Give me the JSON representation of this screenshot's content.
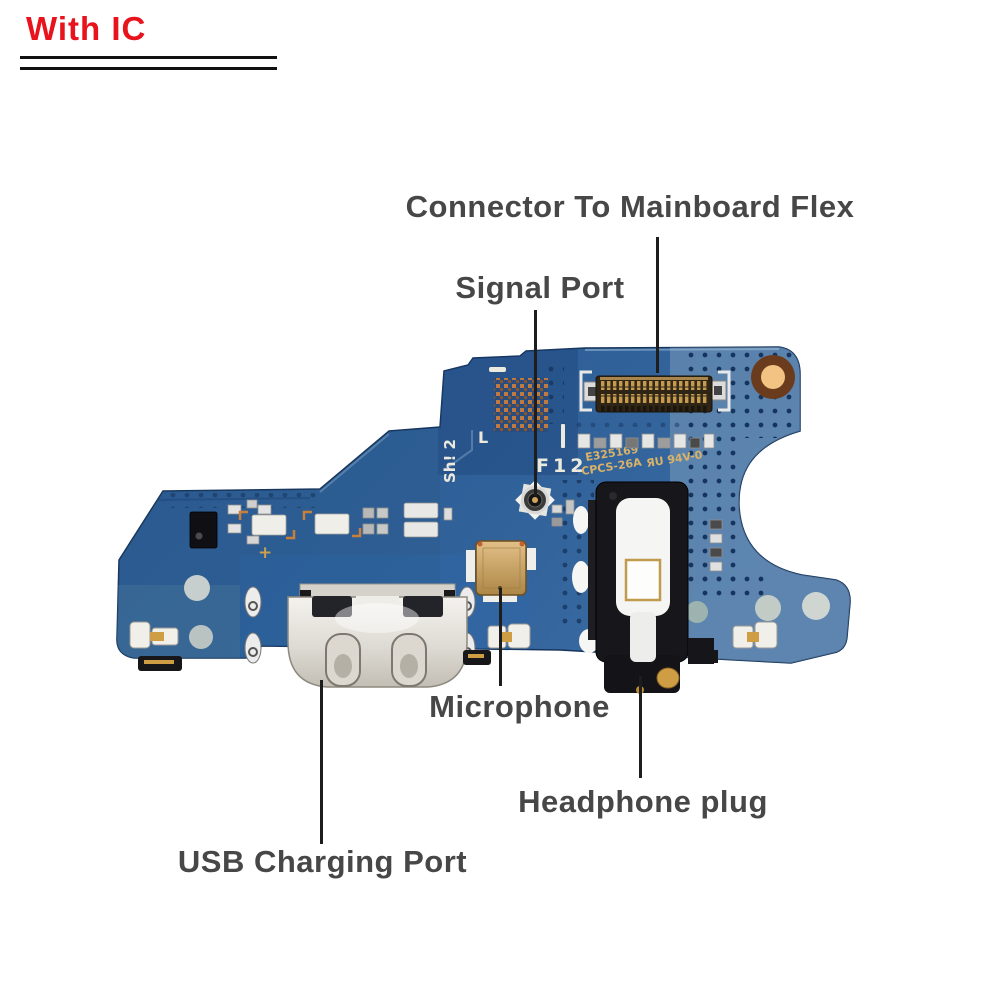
{
  "page": {
    "background_color": "#ffffff"
  },
  "header": {
    "badge_text": "With IC",
    "badge_color": "#e8131d",
    "divider_lines": 2
  },
  "annotations": {
    "label_color": "#474747",
    "leader_line_color": "#1d1d1d",
    "connector": {
      "label": "Connector To Mainboard Flex"
    },
    "signal_port": {
      "label": "Signal Port"
    },
    "microphone": {
      "label": "Microphone"
    },
    "headphone": {
      "label": "Headphone plug"
    },
    "usb": {
      "label": "USB Charging Port"
    }
  },
  "board": {
    "description": "USB charging port flex PCB photo",
    "pcb_color": "#2e5f99",
    "silkscreen": {
      "f12": "F12",
      "l_mark": "L",
      "rotated_mark": "Sh! 2",
      "plus_mark": "+"
    },
    "part_markings": {
      "line1": "E325169",
      "line2": "CPCS-26A",
      "ul_mark": "ЯU 94V-0"
    }
  }
}
